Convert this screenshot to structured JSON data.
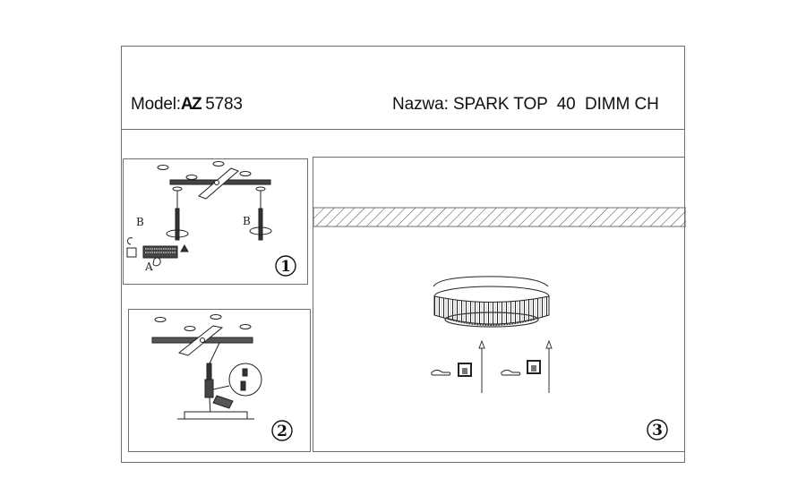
{
  "header": {
    "model_label": "Model:",
    "model_prefix": "AZ",
    "model_number": "5783",
    "name_label": "Nazwa:",
    "name_value": "SPARK TOP  40  DIMM CH"
  },
  "steps": [
    {
      "number": "1",
      "labels": [
        "B",
        "B",
        "A"
      ]
    },
    {
      "number": "2"
    },
    {
      "number": "3"
    }
  ],
  "colors": {
    "line": "#6e6e6e",
    "ink": "#111111",
    "background": "#ffffff"
  }
}
